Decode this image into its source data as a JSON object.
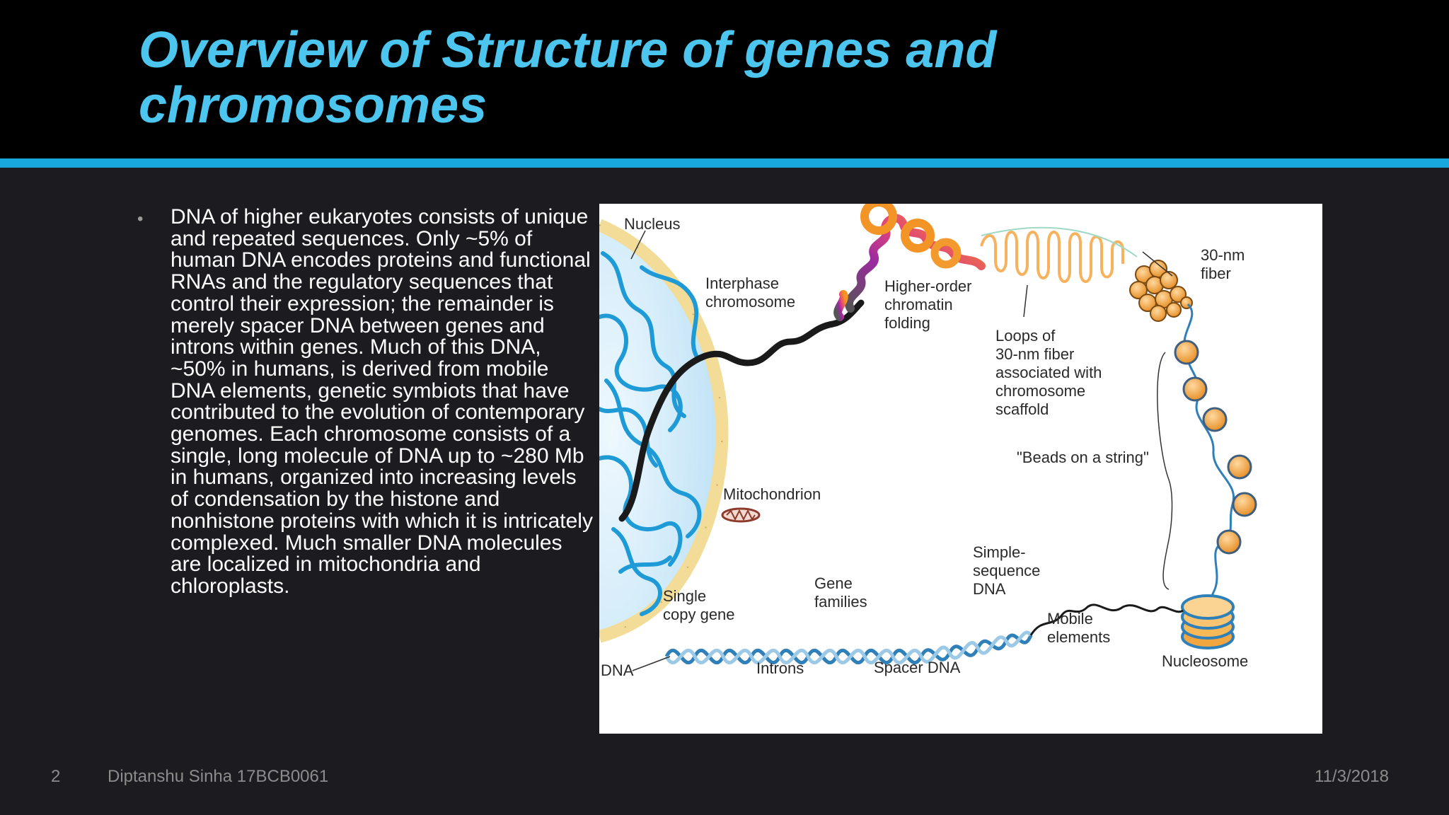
{
  "slide": {
    "title": "Overview of Structure of genes and chromosomes",
    "bullet_text": "DNA of higher eukaryotes consists of unique and repeated sequences. Only ~5% of human DNA encodes proteins and functional RNAs and the regulatory sequences that control their expression; the remainder is merely spacer DNA between genes and introns within genes. Much of this DNA, ~50% in humans, is derived from mobile DNA elements, genetic symbiots that have contributed to the evolution of contemporary genomes. Each chromosome consists of a single, long molecule of DNA up to ~280 Mb in humans, organized into increasing levels of condensation by the histone and nonhistone proteins with which it is intricately complexed. Much smaller DNA molecules are localized in mitochondria and chloroplasts."
  },
  "figure": {
    "labels": {
      "nucleus": "Nucleus",
      "interphase_1": "Interphase",
      "interphase_2": "chromosome",
      "higher_order_1": "Higher-order",
      "higher_order_2": "chromatin",
      "higher_order_3": "folding",
      "fiber30_1": "30-nm",
      "fiber30_2": "fiber",
      "loops_1": "Loops of",
      "loops_2": "30-nm fiber",
      "loops_3": "associated with",
      "loops_4": "chromosome",
      "loops_5": "scaffold",
      "beads": "\"Beads on a string\"",
      "mitochondrion": "Mitochondrion",
      "simple_seq_1": "Simple-",
      "simple_seq_2": "sequence",
      "simple_seq_3": "DNA",
      "gene_families_1": "Gene",
      "gene_families_2": "families",
      "single_copy_1": "Single",
      "single_copy_2": "copy gene",
      "mobile_1": "Mobile",
      "mobile_2": "elements",
      "dna": "DNA",
      "introns": "Introns",
      "spacer_dna": "Spacer DNA",
      "nucleosome": "Nucleosome"
    },
    "colors": {
      "nucleus_fill": "#cfe9f8",
      "envelope": "#f5e3a6",
      "chromatin_blue": "#2aa6dc",
      "chromosome_black": "#1a1a1a",
      "bead_orange": "#f5a33a",
      "bead_ring": "#4a90c8",
      "loop_orange": "#f6b05a",
      "dna_helix": "#2f7fb8"
    }
  },
  "footer": {
    "slide_number": "2",
    "author": "Diptanshu Sinha 17BCB0061",
    "date": "11/3/2018"
  }
}
